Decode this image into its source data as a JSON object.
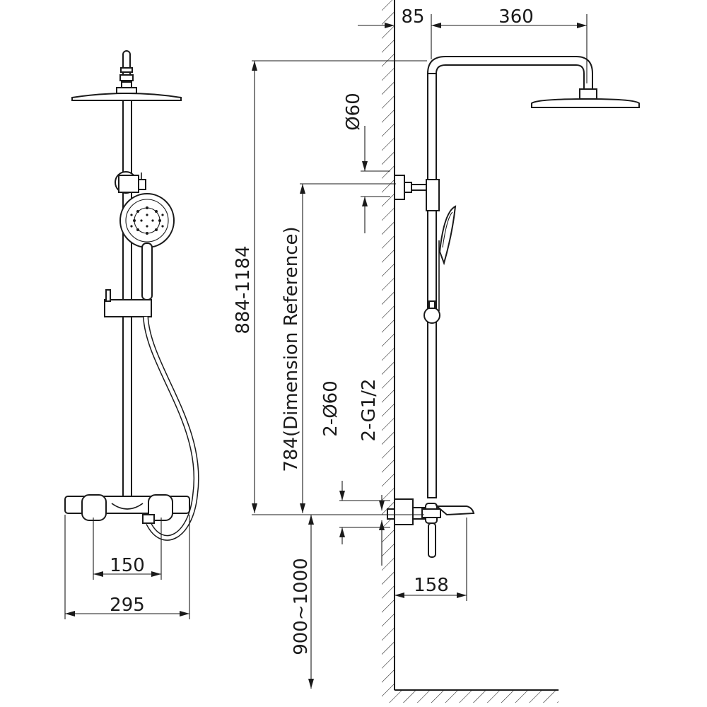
{
  "dimensions": {
    "wall_offset": "85",
    "arm_reach": "360",
    "head_diameter": "Ø60",
    "total_height": "884-1184",
    "reference_height": "784(Dimension Reference)",
    "inlet_diameter": "2-Ø60",
    "inlet_thread": "2-G1/2",
    "floor_height": "900~1000",
    "spout_reach": "158",
    "inlet_spacing": "150",
    "mixer_width": "295"
  }
}
